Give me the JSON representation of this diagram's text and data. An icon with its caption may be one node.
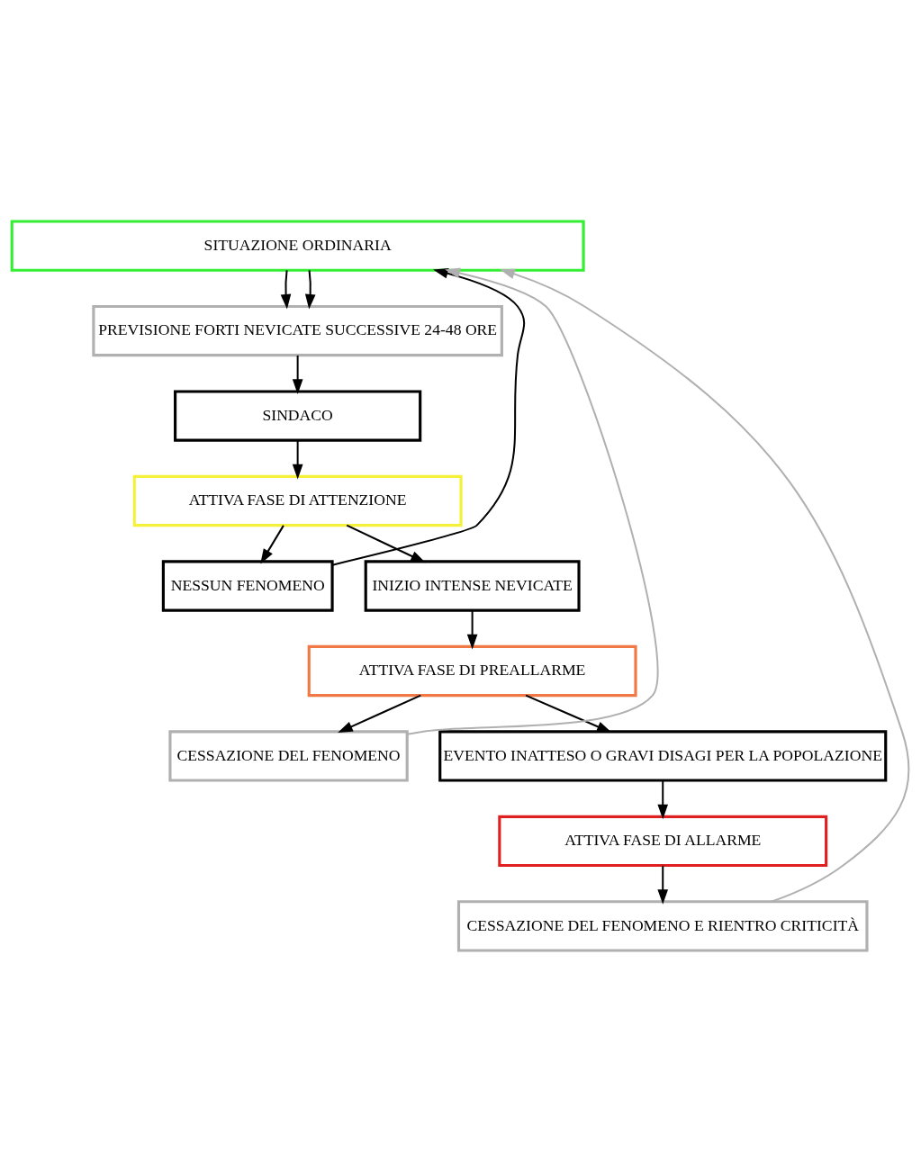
{
  "diagram": {
    "nodes": [
      {
        "text": [
          "SITUAZIONE ORDINARIA"
        ]
      },
      {
        "text": [
          "PREVISIONE FORTI NEVICATE SUCCESSIVE 24-48 ORE"
        ]
      },
      {
        "text": [
          "SINDACO"
        ]
      },
      {
        "text": [
          "ATTIVA FASE DI ATTENZIONE"
        ]
      },
      {
        "text": [
          "NESSUN FENOMENO"
        ]
      },
      {
        "text": [
          "INIZIO INTENSE NEVICATE"
        ]
      },
      {
        "text": [
          "ATTIVA FASE DI PREALLARME"
        ]
      },
      {
        "text": [
          "CESSAZIONE DEL FENOMENO"
        ]
      },
      {
        "text": [
          "EVENTO INATTESO O GRAVI DISAGI PER LA POPOLAZIONE"
        ]
      },
      {
        "text": [
          "ATTIVA FASE DI ALLARME"
        ]
      },
      {
        "text": [
          "CESSAZIONE DEL FENOMENO E RIENTRO CRITICITÀ"
        ]
      }
    ],
    "edges": [
      {
        "from": 0,
        "to": 1,
        "arrow": "to"
      },
      {
        "from": 0,
        "to": 1,
        "arrow": "to"
      },
      {
        "from": 1,
        "to": 2,
        "arrow": "to"
      },
      {
        "from": 2,
        "to": 3,
        "arrow": "to"
      },
      {
        "from": 3,
        "to": 4,
        "arrow": "to"
      },
      {
        "from": 3,
        "to": 5,
        "arrow": "to"
      },
      {
        "from": 4,
        "to": 0,
        "arrow": "to"
      },
      {
        "from": 5,
        "to": 6,
        "arrow": "to"
      },
      {
        "from": 6,
        "to": 7,
        "arrow": "to"
      },
      {
        "from": 6,
        "to": 8,
        "arrow": "to"
      },
      {
        "from": 7,
        "to": 0,
        "arrow": "to",
        "color": "#b0b0b0"
      },
      {
        "from": 8,
        "to": 9,
        "arrow": "to"
      },
      {
        "from": 9,
        "to": 10,
        "arrow": "to"
      },
      {
        "from": 10,
        "to": 0,
        "arrow": "to",
        "color": "#b0b0b0"
      }
    ]
  }
}
